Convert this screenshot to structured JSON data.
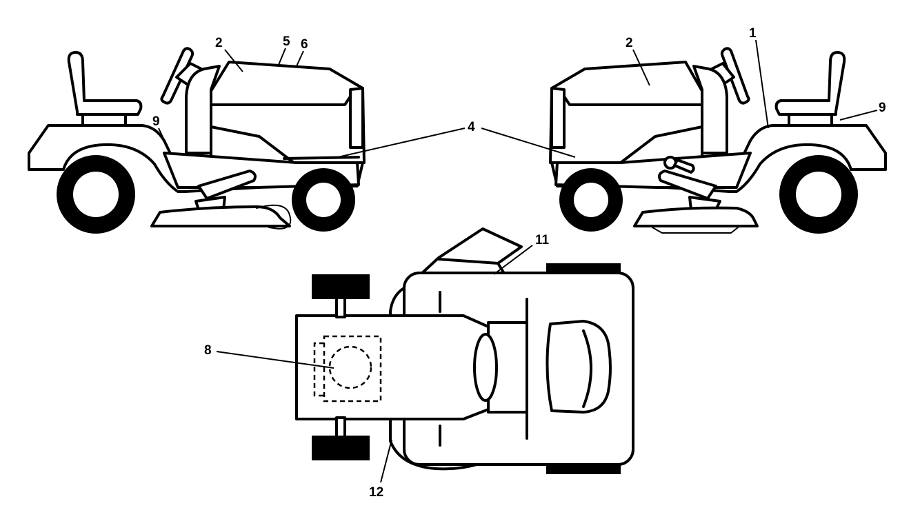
{
  "callouts": [
    {
      "id": "left-1",
      "label": "2"
    },
    {
      "id": "left-2",
      "label": "5"
    },
    {
      "id": "left-3",
      "label": "6"
    },
    {
      "id": "left-4",
      "label": "9"
    },
    {
      "id": "center-4",
      "label": "4"
    },
    {
      "id": "right-1",
      "label": "2"
    },
    {
      "id": "right-2",
      "label": "1"
    },
    {
      "id": "right-3",
      "label": "9"
    },
    {
      "id": "top-1",
      "label": "11"
    },
    {
      "id": "top-2",
      "label": "8"
    },
    {
      "id": "top-3",
      "label": "12"
    }
  ],
  "colors": {
    "line": "#000000",
    "background": "#ffffff"
  }
}
